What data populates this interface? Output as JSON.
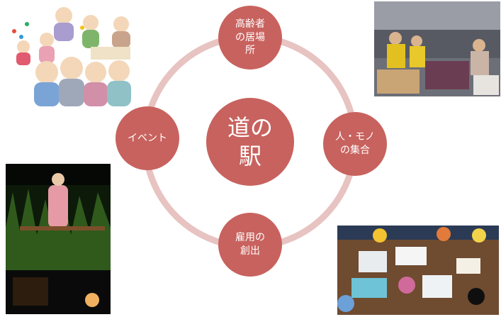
{
  "colors": {
    "node_fill": "#C8625E",
    "ring": "#E7C3C1",
    "text": "#FFFFFF"
  },
  "center": {
    "label": "道の\n駅"
  },
  "nodes": {
    "top": "高齢者\nの居場\n所",
    "right": "人・モノ\nの集合",
    "bottom": "雇用の\n創出",
    "left": "イベント"
  },
  "images": {
    "top_left": "elderly-people-illustration",
    "top_right": "market-stall-photo",
    "bottom_left": "night-festival-dance-photo",
    "bottom_right": "workshop-table-photo"
  }
}
